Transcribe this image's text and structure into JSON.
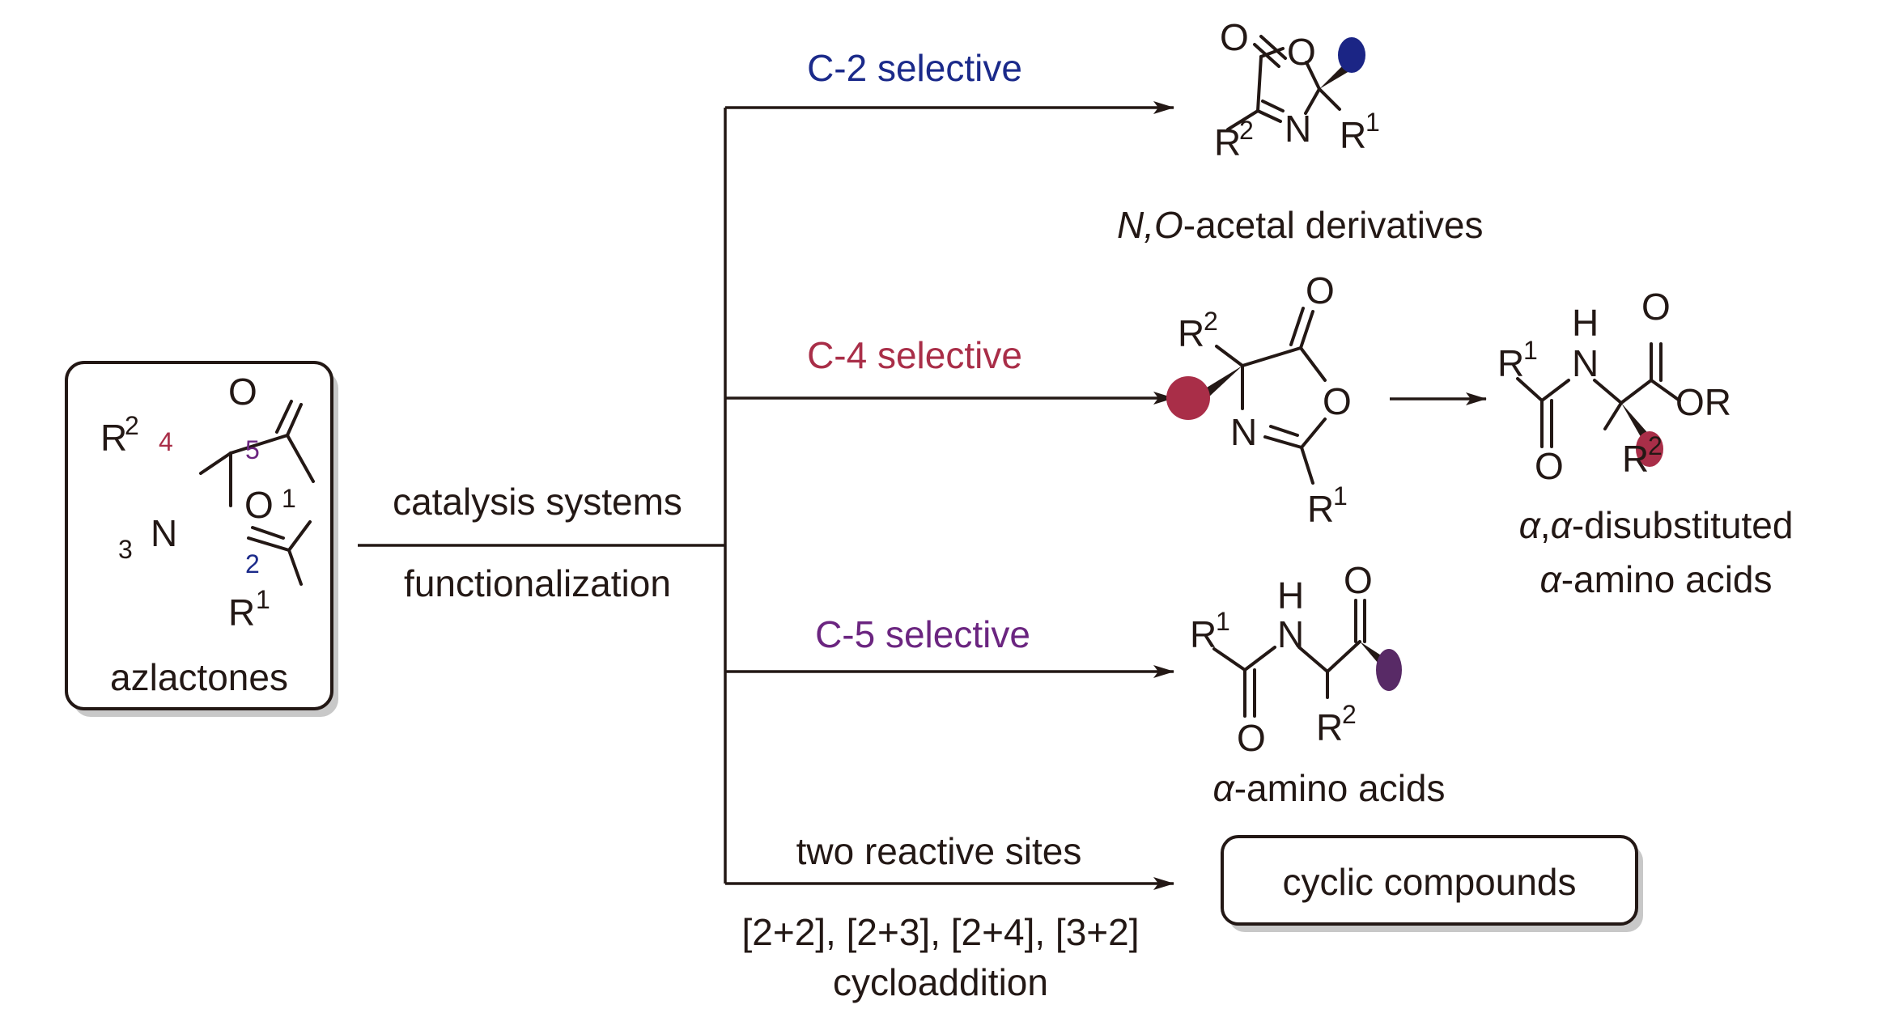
{
  "colors": {
    "c2": "#1b2a8a",
    "c4": "#a92e48",
    "c5": "#6b2580",
    "c5_dot": "#582a66",
    "c4_dot": "#a92e48",
    "c2_dot": "#1b2585",
    "ink": "#231815"
  },
  "start": {
    "label": "azlactones",
    "numbering": {
      "n1": "1",
      "n2": "2",
      "n3": "3",
      "n4": "4",
      "n5": "5"
    },
    "atoms": {
      "O_carbonyl": "O",
      "O_ring": "O",
      "N": "N",
      "R2": "R",
      "R2_sup": "2",
      "R1": "R",
      "R1_sup": "1"
    }
  },
  "conditions": {
    "above": "catalysis systems",
    "below": "functionalization"
  },
  "branches": [
    {
      "label": "C-2 selective",
      "product": "N,O-acetal derivatives",
      "product_italic": "N,O",
      "product_rest": "-acetal derivatives"
    },
    {
      "label": "C-4 selective",
      "product": "α,α-disubstituted α-amino acids",
      "product_line1": "α,α-disubstituted",
      "product_line2": "α-amino acids"
    },
    {
      "label": "C-5 selective",
      "product": "α-amino acids"
    },
    {
      "label": "two reactive sites",
      "below_line1": "[2+2], [2+3], [2+4], [3+2]",
      "below_line2": "cycloaddition",
      "product": "cyclic compounds"
    }
  ],
  "atoms": {
    "O": "O",
    "N": "N",
    "H": "H",
    "R": "R",
    "OR": "OR",
    "sup1": "1",
    "sup2": "2",
    "alpha": "α",
    "comma": ",",
    "amino_rest": "-amino acids",
    "disub_rest": "-disubstituted"
  }
}
